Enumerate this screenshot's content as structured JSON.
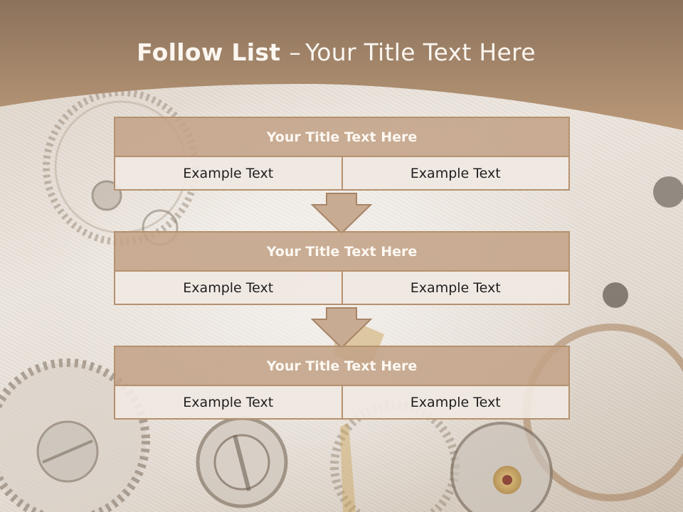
{
  "slide": {
    "title_bold": "Follow List",
    "title_dash": "–",
    "title_rest": "Your Title Text Here"
  },
  "blocks": [
    {
      "title": "Your Title Text Here",
      "left": "Example Text",
      "right": "Example Text"
    },
    {
      "title": "Your Title Text Here",
      "left": "Example Text",
      "right": "Example Text"
    },
    {
      "title": "Your Title Text Here",
      "left": "Example Text",
      "right": "Example Text"
    }
  ],
  "colors": {
    "header_band": "#a98463",
    "block_title_fill": "#c3a387",
    "block_border": "#b5916f",
    "cell_fill": "#f0e8e2",
    "arrow_fill": "#c8ab93"
  },
  "icons": [
    "watch-gears-background",
    "down-arrow-icon"
  ]
}
